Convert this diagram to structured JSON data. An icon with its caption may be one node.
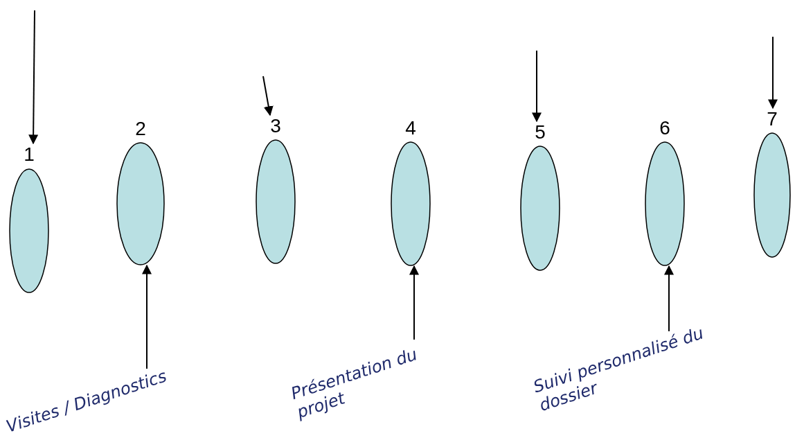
{
  "diagram": {
    "nodes": [
      {
        "text": [
          "1"
        ]
      },
      {
        "text": [
          "2"
        ]
      },
      {
        "text": [
          "3"
        ]
      },
      {
        "text": [
          "4"
        ]
      },
      {
        "text": [
          "5"
        ]
      },
      {
        "text": [
          "6"
        ]
      },
      {
        "text": [
          "7"
        ]
      },
      {
        "text": [
          "Visites / Diagnostics"
        ]
      },
      {
        "text": [
          "Présentation du projet"
        ]
      },
      {
        "text": [
          "Suivi personnalisé du dossier"
        ]
      }
    ],
    "edges": [
      {
        "from": null,
        "to": 0,
        "arrow": "to"
      },
      {
        "from": null,
        "to": 2,
        "arrow": "to"
      },
      {
        "from": null,
        "to": 4,
        "arrow": "to"
      },
      {
        "from": null,
        "to": 6,
        "arrow": "to"
      },
      {
        "from": 7,
        "to": 1,
        "arrow": "to"
      },
      {
        "from": 8,
        "to": 3,
        "arrow": "to"
      },
      {
        "from": 9,
        "to": 5,
        "arrow": "to"
      }
    ]
  }
}
